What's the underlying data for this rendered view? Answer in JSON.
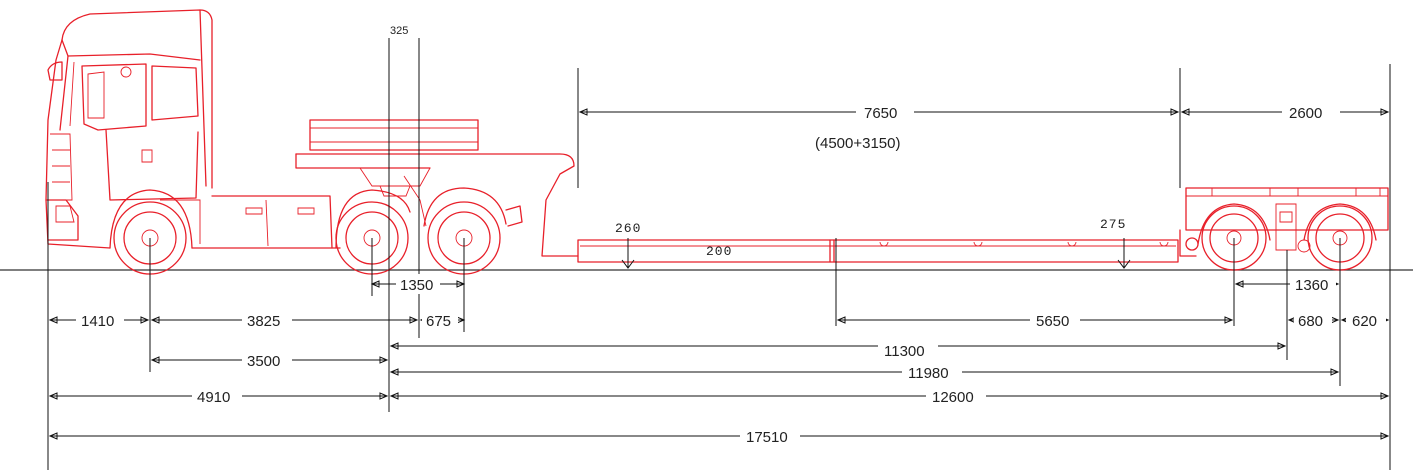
{
  "colors": {
    "vehicle": "#e8202a",
    "dimension": "#111111"
  },
  "labels": {
    "kingpin_offset": "325",
    "deck_length": "7650",
    "deck_split": "(4500+3150)",
    "rear_overhang_top": "2600",
    "deck_height_front": "260",
    "deck_height_rear": "275",
    "deck_thickness": "200",
    "tandem_spacing": "1350",
    "front_overhang": "1410",
    "front_to_drive": "3825",
    "drive_to_kingpin_part": "675",
    "trailer_wheelbase_part": "5650",
    "trailer_axle_spacing": "1360",
    "rear_axle_to_light": "680",
    "rear_overhang": "620",
    "wheelbase": "3500",
    "kingpin_to_axle1": "11300",
    "kingpin_to_axle2": "11980",
    "front_to_kingpin": "4910",
    "kingpin_to_rear": "12600",
    "overall_length": "17510"
  }
}
